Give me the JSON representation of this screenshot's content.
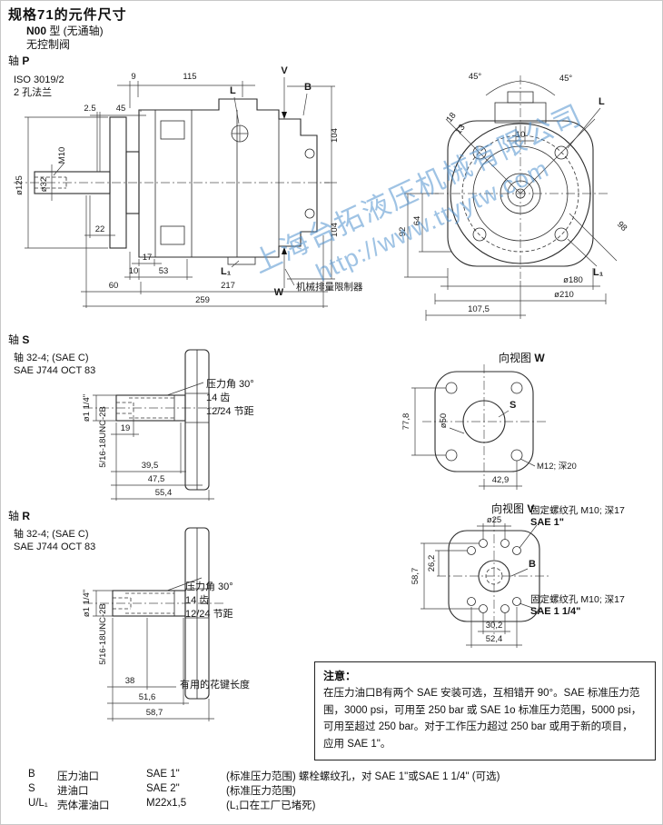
{
  "header": {
    "title": "规格71的元件尺寸",
    "type_bold": "N00",
    "type_rest": " 型 (无通轴)",
    "subtitle": "无控制阀"
  },
  "watermark": {
    "line1": "上海台拓液压机械有限公司",
    "line2": "http://www.ttyytw.com"
  },
  "shaft_p": {
    "heading_prefix": "轴 ",
    "heading_letter": "P",
    "iso": "ISO 3019/2",
    "flange": "2 孔法兰",
    "side": {
      "d9": "9",
      "d115": "115",
      "d2_5": "2.5",
      "d45": "45",
      "o125": "ø125",
      "o32": "ø32",
      "m10": "M10",
      "d22": "22",
      "d17": "17",
      "d10": "10",
      "d53": "53",
      "d60": "60",
      "d217": "217",
      "d259": "259",
      "d104a": "104",
      "d104b": "104",
      "V": "V",
      "B": "B",
      "L": "L",
      "L1": "L₁",
      "W": "W",
      "limiter": "机械排量限制器"
    },
    "rear": {
      "a45l": "45°",
      "a45r": "45°",
      "d18": "18",
      "d13": "13",
      "d10": "10",
      "d92": "92",
      "d64": "64",
      "d98": "98",
      "L": "L",
      "L1": "L₁",
      "o180": "ø180",
      "o210": "ø210",
      "d107_5": "107,5"
    }
  },
  "shaft_s": {
    "heading_prefix": "轴 ",
    "heading_letter": "S",
    "line1": "轴 32-4; (SAE C)",
    "line2": "SAE J744 OCT 83",
    "spec1": "压力角 30°",
    "spec2": "14 齿",
    "spec3": "12/24 节距",
    "o1_14": "ø1 1/4\"",
    "unc": "5/16-18UNC-2B",
    "d19": "19",
    "d39_5": "39,5",
    "d47_5": "47,5",
    "d55_4": "55,4"
  },
  "view_w": {
    "heading_prefix": "向视图 ",
    "heading_letter": "W",
    "d77_8": "77,8",
    "o50": "ø50",
    "S": "S",
    "m12": "M12; 深20",
    "d42_9": "42,9"
  },
  "shaft_r": {
    "heading_prefix": "轴 ",
    "heading_letter": "R",
    "line1": "轴 32-4; (SAE C)",
    "line2": "SAE J744 OCT 83",
    "spec1": "压力角 30°",
    "spec2": "14 齿",
    "spec3": "12/24 节距",
    "o1_14": "ø1 1/4\"",
    "unc": "5/16-18UNC-2B",
    "d38": "38",
    "spline_note": "有用的花键长度",
    "d51_6": "51,6",
    "d58_7": "58,7"
  },
  "view_v": {
    "heading_prefix": "向视图 ",
    "heading_letter": "V",
    "note_top_1": "固定螺纹孔 M10; 深17",
    "note_top_2": "SAE 1\"",
    "o25": "ø25",
    "d58_7": "58,7",
    "d26_2": "26,2",
    "B": "B",
    "note_bot_1": "固定螺纹孔 M10; 深17",
    "note_bot_2": "SAE 1 1/4\"",
    "d30_2": "30,2",
    "d52_4": "52,4"
  },
  "notice": {
    "title": "注意：",
    "lines": [
      "在压力油口B有两个 SAE 安装可选，互相错开 90°。SAE 标准压力范",
      "围，3000 psi，可用至 250 bar 或 SAE 1o 标准压力范围，5000 psi，",
      "可用至超过 250 bar。对于工作压力超过 250 bar 或用于新的项目，",
      "应用 SAE 1\"。"
    ]
  },
  "ports_table": {
    "rows": [
      {
        "code": "B",
        "name": "压力油口",
        "size": "SAE 1\"",
        "note": "(标准压力范围) 螺栓螺纹孔，对 SAE 1\"或SAE 1 1/4\" (可选)"
      },
      {
        "code": "S",
        "name": "进油口",
        "size": "SAE 2\"",
        "note": "(标准压力范围)"
      },
      {
        "code": "U/L₁",
        "name": "壳体灌油口",
        "size": "M22x1,5",
        "note": "(L₁口在工厂已堵死)"
      }
    ]
  }
}
